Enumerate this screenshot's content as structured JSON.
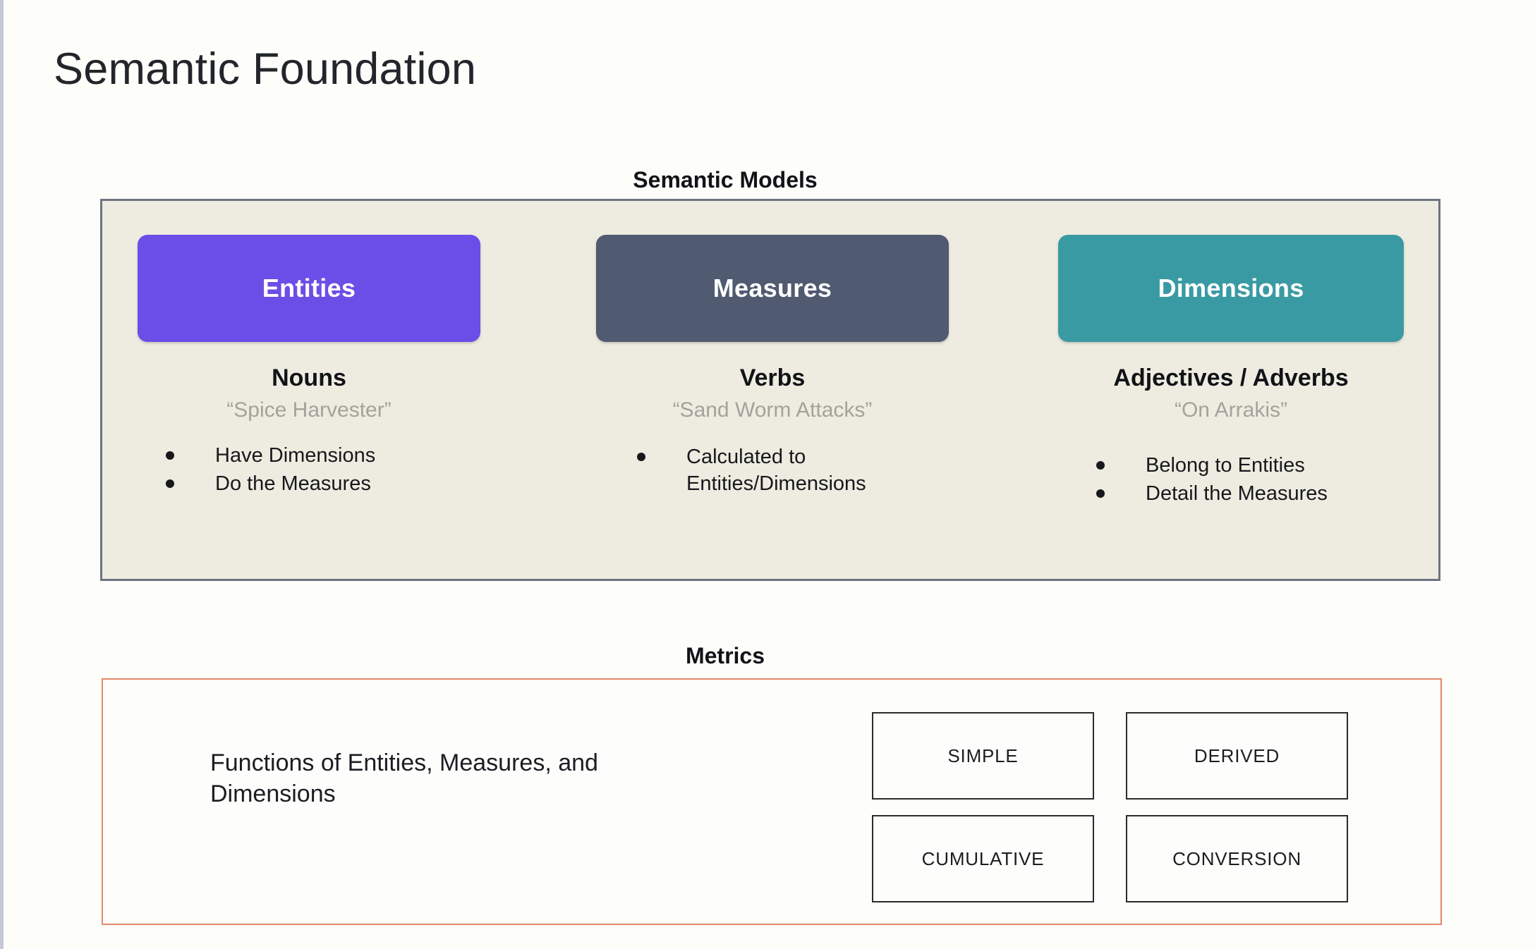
{
  "page": {
    "title": "Semantic Foundation"
  },
  "semantic_models": {
    "heading": "Semantic Models",
    "panel_bg": "#eeece0",
    "panel_border": "#6d737f",
    "columns": [
      {
        "card_label": "Entities",
        "card_color": "#6b4ee8",
        "part_of_speech": "Nouns",
        "example": "“Spice Harvester”",
        "bullets": [
          "Have Dimensions",
          "Do the Measures"
        ]
      },
      {
        "card_label": "Measures",
        "card_color": "#505a70",
        "part_of_speech": "Verbs",
        "example": "“Sand Worm Attacks”",
        "bullets": [
          "Calculated to Entities/Dimensions"
        ]
      },
      {
        "card_label": "Dimensions",
        "card_color": "#3a9aa3",
        "part_of_speech": "Adjectives / Adverbs",
        "example": "“On Arrakis”",
        "bullets": [
          "Belong to Entities",
          "Detail the Measures"
        ]
      }
    ]
  },
  "metrics": {
    "heading": "Metrics",
    "panel_border": "#e2886b",
    "description": "Functions of Entities, Measures, and Dimensions",
    "types": [
      "SIMPLE",
      "DERIVED",
      "CUMULATIVE",
      "CONVERSION"
    ]
  }
}
